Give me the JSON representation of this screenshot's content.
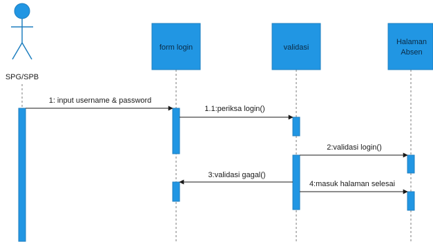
{
  "actor": {
    "label": "SPG/SPB",
    "icon": "stick-figure-icon"
  },
  "participants": [
    {
      "id": "form_login",
      "label": "form login"
    },
    {
      "id": "validasi",
      "label": "validasi"
    },
    {
      "id": "halaman_absen",
      "label_line1": "Halaman",
      "label_line2": "Absen"
    }
  ],
  "messages": [
    {
      "from": "SPG/SPB",
      "to": "form_login",
      "label": "1: input username & password",
      "kind": "sync"
    },
    {
      "from": "form_login",
      "to": "validasi",
      "label": "1.1:periksa login()",
      "kind": "sync"
    },
    {
      "from": "validasi",
      "to": "halaman_absen",
      "label": "2:validasi login()",
      "kind": "sync"
    },
    {
      "from": "validasi",
      "to": "form_login",
      "label": "3:validasi gagal()",
      "kind": "sync"
    },
    {
      "from": "validasi",
      "to": "halaman_absen",
      "label": "4:masuk halaman selesai",
      "kind": "sync"
    }
  ],
  "colors": {
    "participant_fill": "#2196e3",
    "participant_stroke": "#1f7fbf",
    "activation_fill": "#2196e3",
    "lifeline": "#7a7a7a",
    "arrow": "#1a1a1a",
    "actor_fill": "#2196e3"
  }
}
